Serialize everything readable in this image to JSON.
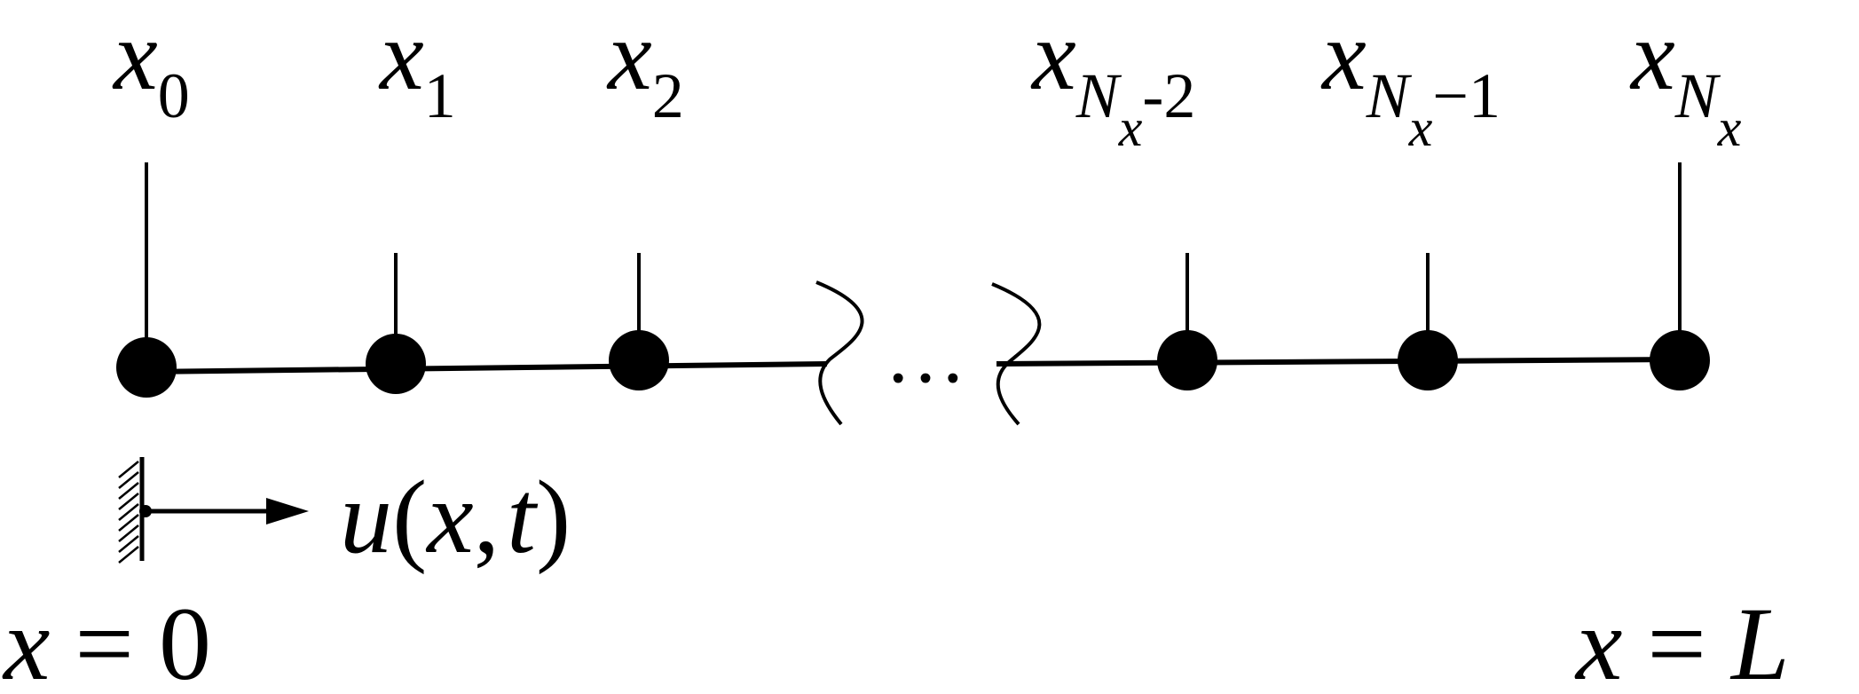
{
  "nodes": [
    {
      "id": "x0",
      "var": "x",
      "sub": "0",
      "subsub": "",
      "tail": ""
    },
    {
      "id": "x1",
      "var": "x",
      "sub": "1",
      "subsub": "",
      "tail": ""
    },
    {
      "id": "x2",
      "var": "x",
      "sub": "2",
      "subsub": "",
      "tail": ""
    },
    {
      "id": "xnm2",
      "var": "x",
      "sub": "N",
      "subsub": "x",
      "tail": "-2"
    },
    {
      "id": "xnm1",
      "var": "x",
      "sub": "N",
      "subsub": "x",
      "tail": "−1"
    },
    {
      "id": "xn",
      "var": "x",
      "sub": "N",
      "subsub": "x",
      "tail": ""
    }
  ],
  "ellipsis": "…",
  "displacement": {
    "u": "u",
    "open": "(",
    "x": "x",
    "comma": ",",
    "t": "t",
    "close": ")"
  },
  "left_boundary": {
    "var": "x",
    "eq": "=",
    "value": "0"
  },
  "right_boundary": {
    "var": "x",
    "eq": "=",
    "value": "L"
  },
  "colors": {
    "ink": "#000000",
    "background": "#ffffff"
  }
}
